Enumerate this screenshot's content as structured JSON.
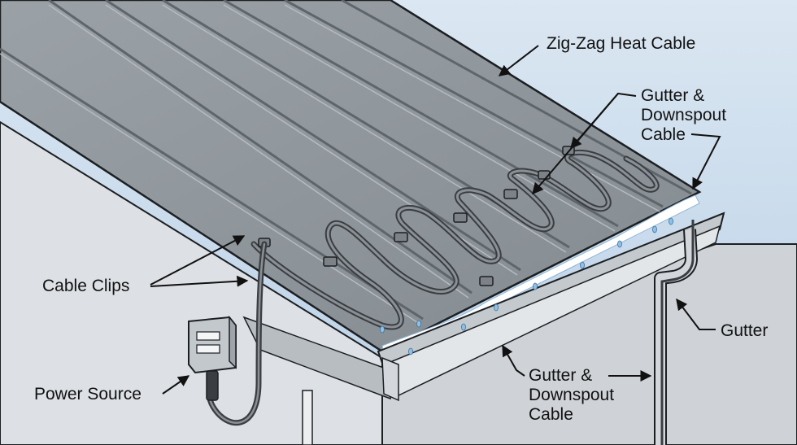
{
  "labels": {
    "zigzag_heat_cable": "Zig-Zag Heat Cable",
    "gutter_downspout_cable_upper": "Gutter &\nDownspout\nCable",
    "cable_clips": "Cable Clips",
    "gutter": "Gutter",
    "gutter_downspout_cable_lower": "Gutter &\nDownspout\nCable",
    "power_source": "Power Source"
  },
  "colors": {
    "sky": "#c9dcee",
    "wall": "#d9dce0",
    "roof": "#8e959b",
    "roof_dark": "#6f767c",
    "cable": "#55595d",
    "snow": "#ffffff",
    "ice": "#cfe4f4",
    "outline": "#1c1f22"
  }
}
